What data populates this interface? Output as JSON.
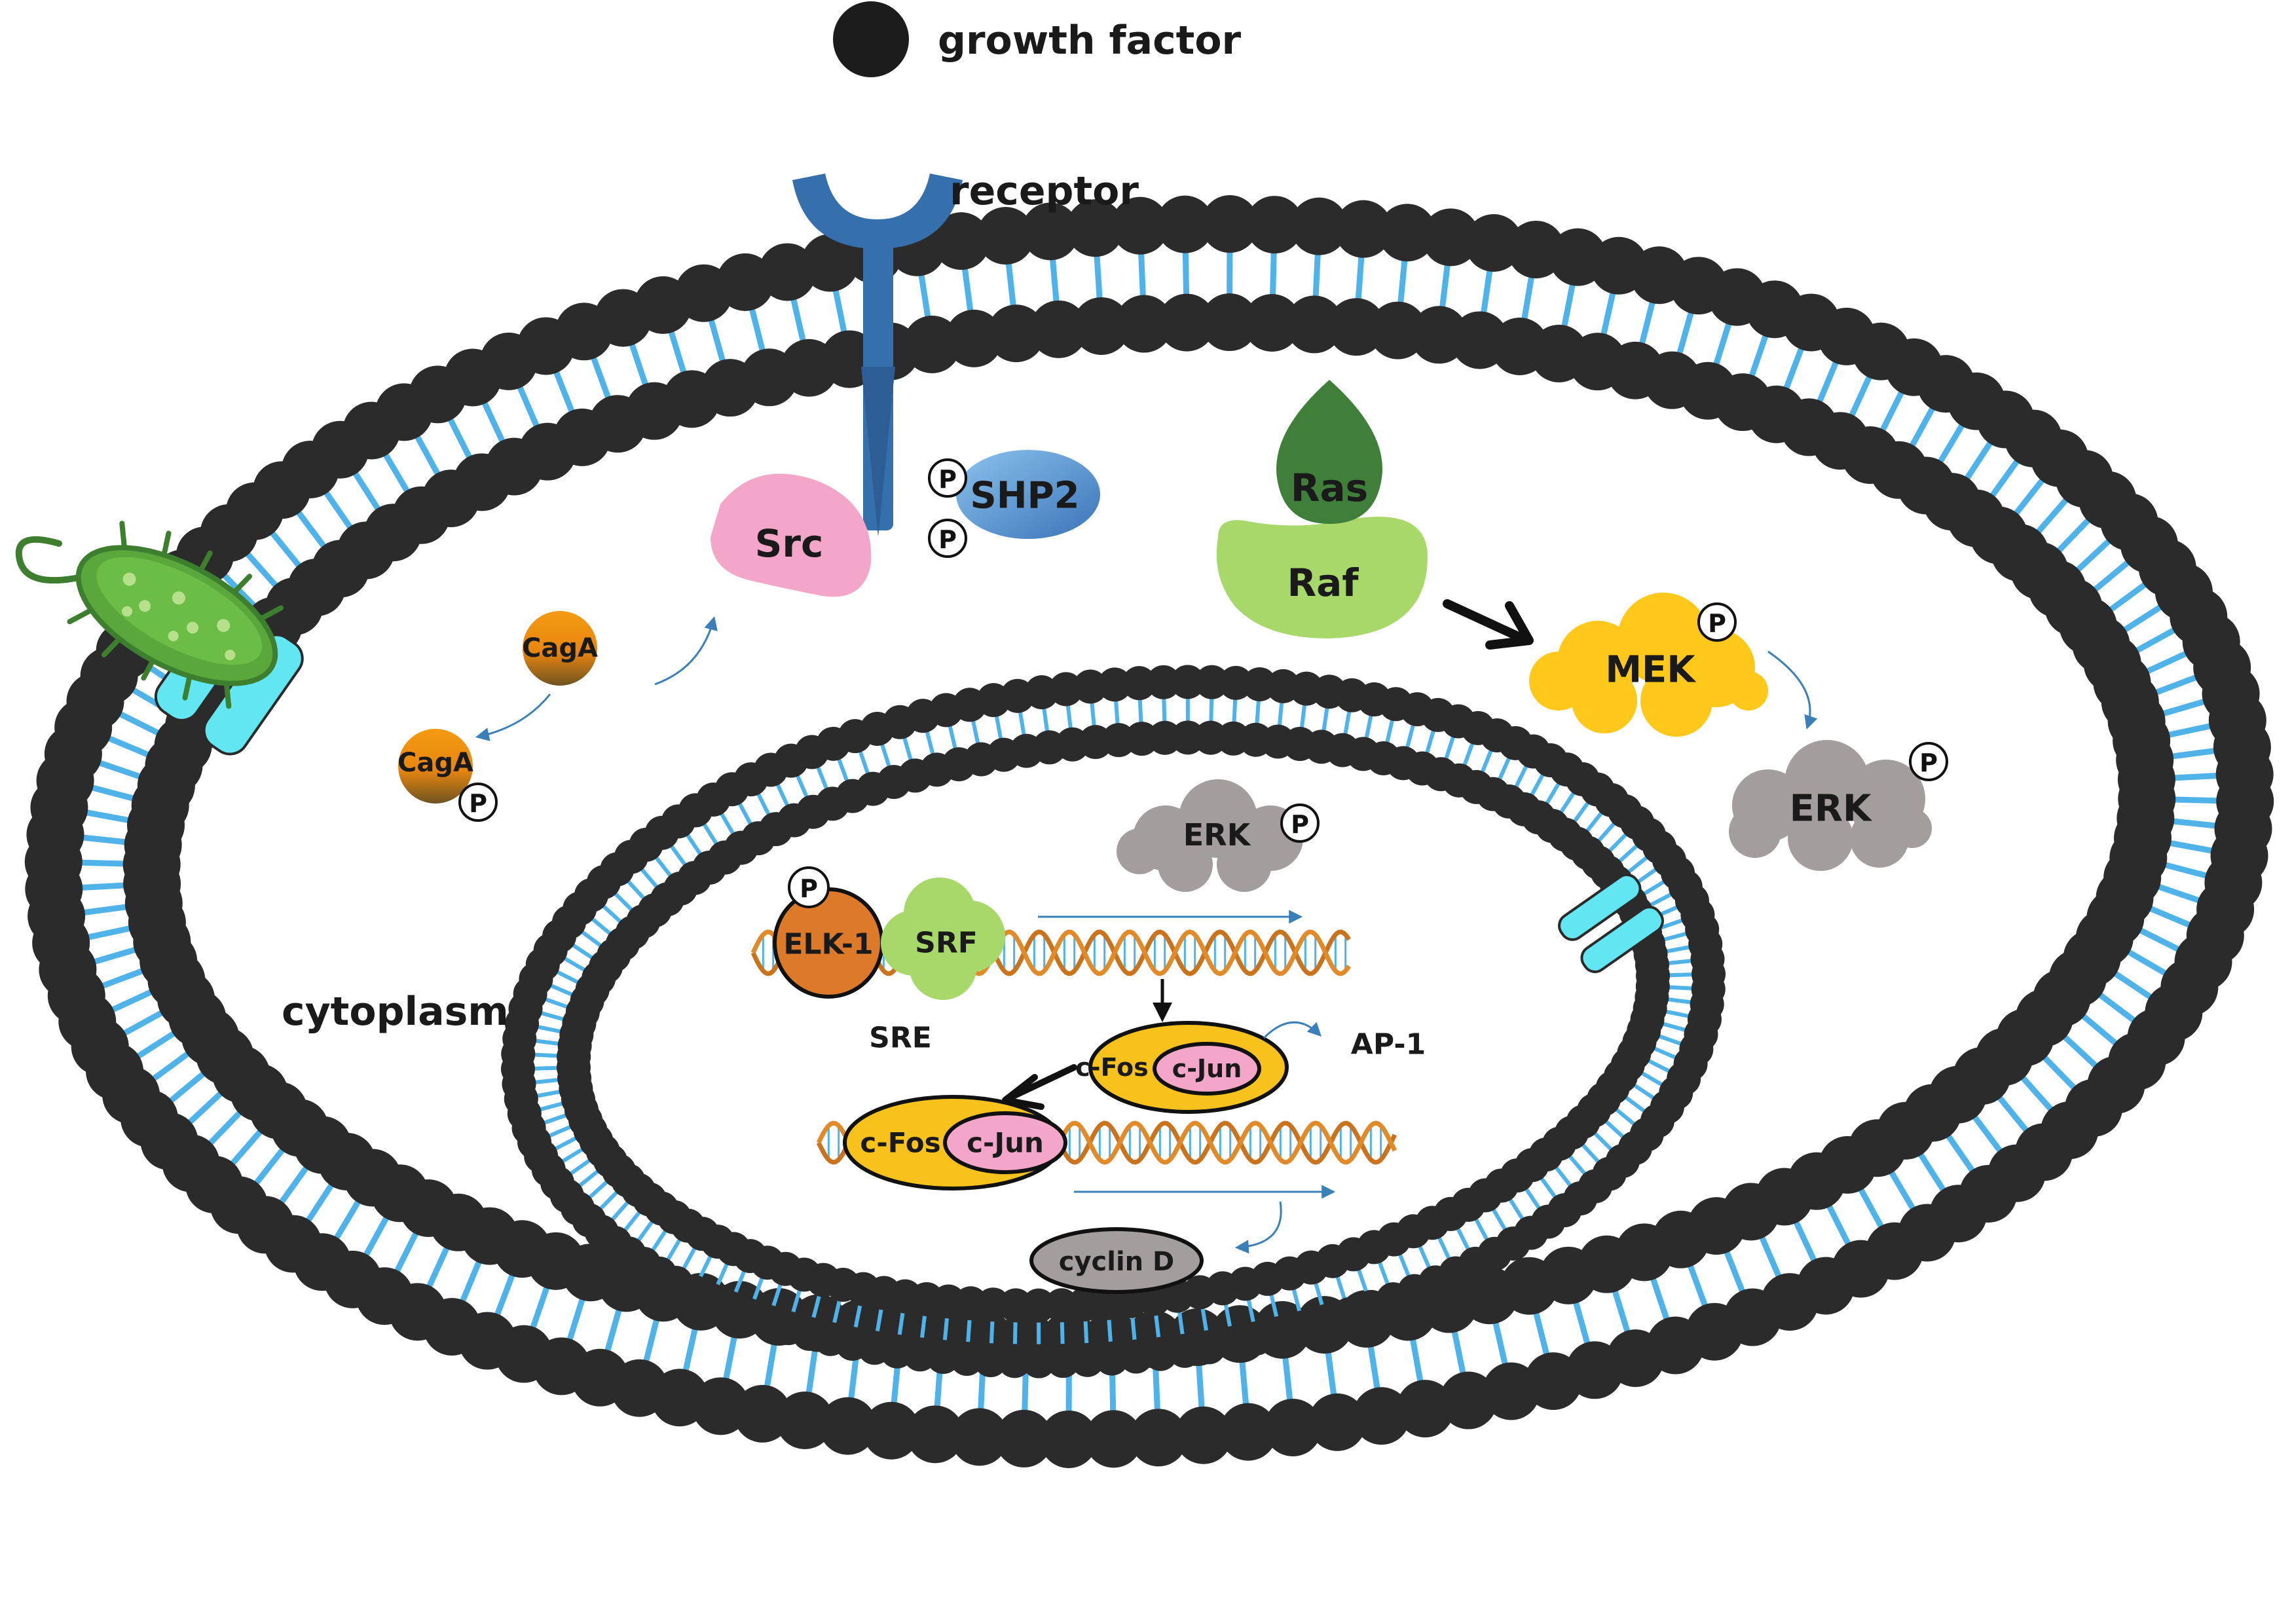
{
  "labels": {
    "growth_factor": "growth factor",
    "receptor": "receptor",
    "cytoplasm": "cytoplasm",
    "sre": "SRE",
    "ap1": "AP-1",
    "phospho": "P"
  },
  "proteins": {
    "src": "Src",
    "shp2": "SHP2",
    "ras": "Ras",
    "raf": "Raf",
    "mek": "MEK",
    "erk_cyto": "ERK",
    "erk_nuc": "ERK",
    "caga_1": "CagA",
    "caga_2": "CagA",
    "elk1": "ELK-1",
    "srf": "SRF",
    "cfos_1": "c-Fos",
    "cjun_1": "c-Jun",
    "cfos_2": "c-Fos",
    "cjun_2": "c-Jun",
    "cyclin_d": "cyclin D"
  },
  "colors": {
    "lipid_head": "#2b2b2b",
    "lipid_tail": "#4fb3ea",
    "channel": "#62e6f2",
    "receptor": "#3570ad",
    "src": "#f4a6c8",
    "shp2": "#5b9ad6",
    "ras": "#3f7f3a",
    "raf": "#a9d86a",
    "mek": "#ffc81a",
    "erk": "#a39d9d",
    "caga_top": "#f08a12",
    "caga_bottom": "#7a5a1e",
    "elk1": "#dd7a2a",
    "srf": "#a9d86a",
    "cfos": "#f7c21b",
    "cjun": "#f4a6c8",
    "cyclin_d": "#a39d9d",
    "bacterium": "#5aa83c",
    "arrow": "#3a7fb8"
  }
}
